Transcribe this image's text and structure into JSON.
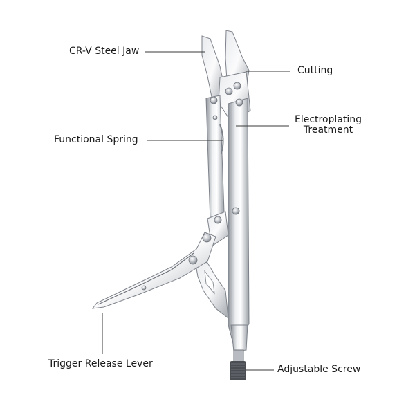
{
  "callouts": {
    "jaw": "CR-V Steel Jaw",
    "cutting": "Cutting",
    "spring": "Functional Spring",
    "plating": "Electroplating Treatment",
    "plating_line1": "Electroplating",
    "plating_line2": "Treatment",
    "trigger": "Trigger Release Lever",
    "screw": "Adjustable Screw"
  },
  "colors": {
    "background": "#ffffff",
    "steel_light": "#f1f2f4",
    "steel_mid": "#c9ccd1",
    "steel_dark": "#8d9299",
    "rivet": "#a7acb3",
    "text": "#1a1a1a",
    "leader": "#3a3a3a",
    "knurl": "#4a4d52"
  },
  "image": {
    "subject": "locking pliers / vise-grip with long-nose jaws",
    "icon": "locking-pliers-icon"
  }
}
